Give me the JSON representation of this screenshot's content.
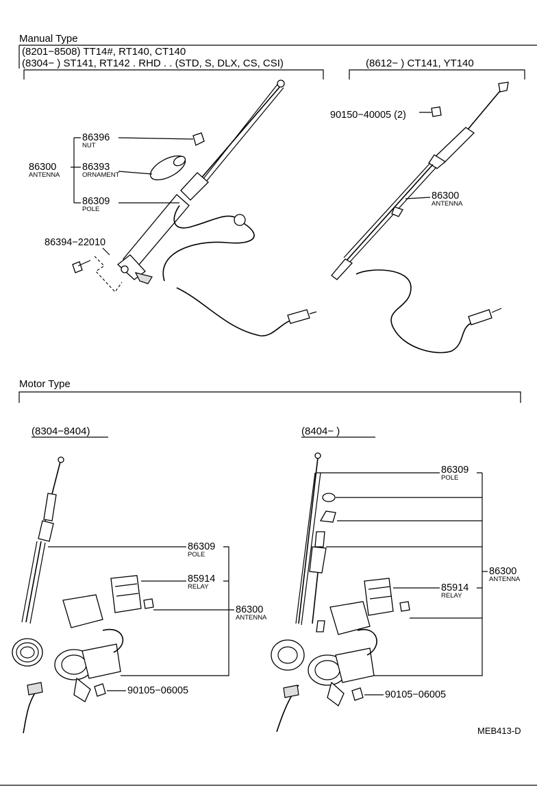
{
  "manual": {
    "heading": "Manual Type",
    "app_line1": "(8201−8508) TT14#, RT140, CT140",
    "app_line2": "(8304−        ) ST141, RT142 . RHD . . (STD, S, DLX, CS, CSI)",
    "app_line3": "(8612−     ) CT141, YT140",
    "left": {
      "nut_no": "86396",
      "nut_name": "NUT",
      "antenna_no": "86300",
      "antenna_name": "ANTENNA",
      "ornament_no": "86393",
      "ornament_name": "ORNAMENT",
      "pole_no": "86309",
      "pole_name": "POLE",
      "bolt_no": "86394−22010"
    },
    "right": {
      "screw_no": "90150−40005 (2)",
      "antenna_no": "86300",
      "antenna_name": "ANTENNA"
    }
  },
  "motor": {
    "heading": "Motor Type",
    "left": {
      "range": "(8304−8404)",
      "pole_no": "86309",
      "pole_name": "POLE",
      "relay_no": "85914",
      "relay_name": "RELAY",
      "antenna_no": "86300",
      "antenna_name": "ANTENNA",
      "bolt_no": "90105−06005"
    },
    "right": {
      "range": "(8404−      )",
      "pole_no": "86309",
      "pole_name": "POLE",
      "antenna_no": "86300",
      "antenna_name": "ANTENNA",
      "relay_no": "85914",
      "relay_name": "RELAY",
      "bolt_no": "90105−06005"
    }
  },
  "figure_code": "MEB413-D"
}
